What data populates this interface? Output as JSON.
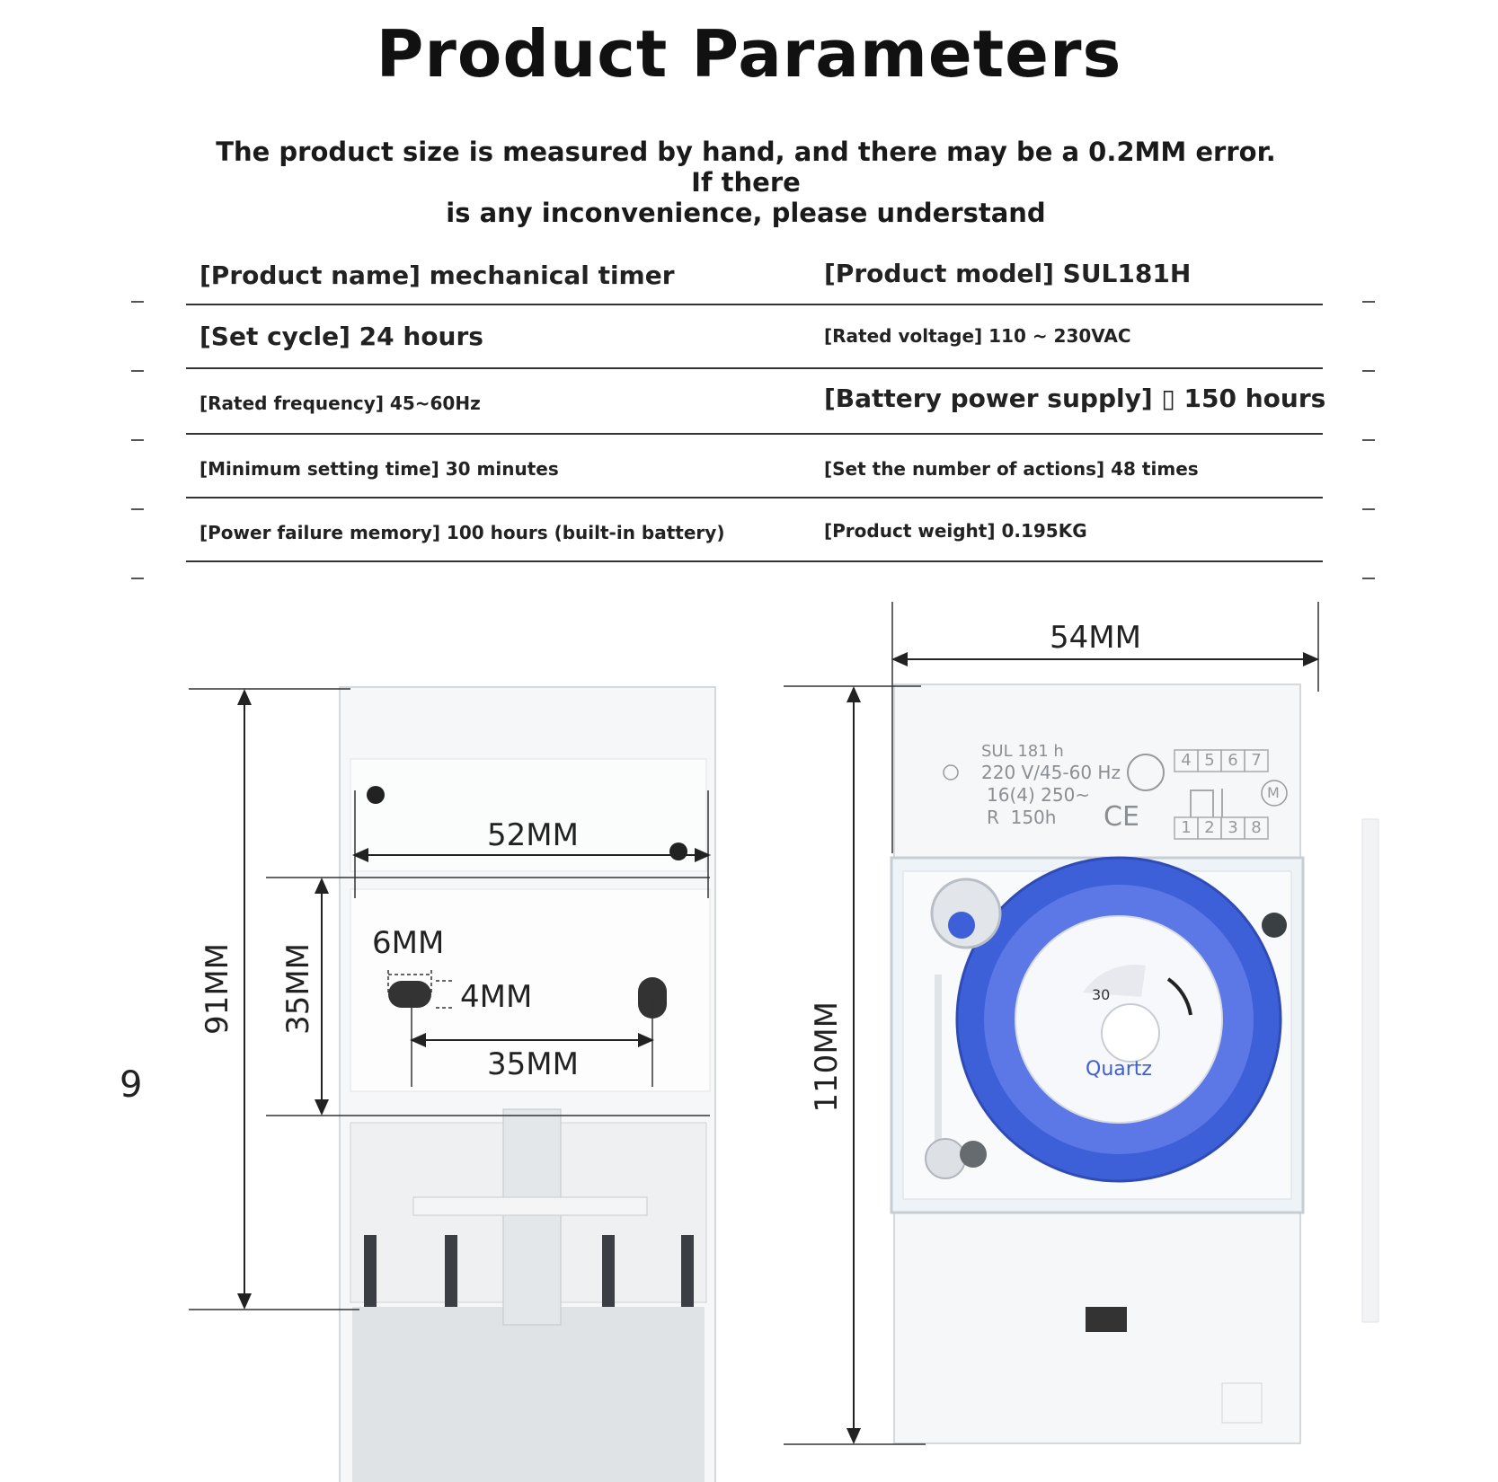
{
  "header": {
    "title": "Product Parameters",
    "subtitle_line1": "The product size is measured by hand, and there may be a 0.2MM error. If there",
    "subtitle_line2": "is any inconvenience, please understand"
  },
  "params": [
    {
      "left": "[Product name] mechanical timer",
      "right": "[Product model] SUL181H"
    },
    {
      "left": "[Set cycle] 24 hours",
      "right": "[Rated voltage] 110 ~ 230VAC"
    },
    {
      "left": "[Rated frequency] 45~60Hz",
      "right": "[Battery power supply] ▯ 150 hours"
    },
    {
      "left": "[Minimum setting time] 30 minutes",
      "right": "[Set the number of actions] 48 times"
    },
    {
      "left": "[Power failure memory] 100 hours (built-in battery)",
      "right": "[Product weight] 0.195KG"
    }
  ],
  "dimensions": {
    "width_front": "54MM",
    "height_front": "110MM",
    "width_back": "52MM",
    "height_back": "91MM",
    "height_mount": "35MM",
    "slot_width": "6MM",
    "slot_height": "4MM",
    "hole_spacing": "35MM"
  },
  "device_label": {
    "model": "SUL 181 h",
    "voltage": "220 V/45-60 Hz",
    "current": "16(4) 250~",
    "reserve": "R  150h",
    "ce": "CE",
    "terminals_top": [
      "4",
      "5",
      "6",
      "7"
    ],
    "terminals_bottom": [
      "1",
      "2",
      "3",
      "8"
    ],
    "dial_brand": "Quartz",
    "dial_minutes": "30",
    "motor": "M"
  },
  "stray_digit": "9"
}
